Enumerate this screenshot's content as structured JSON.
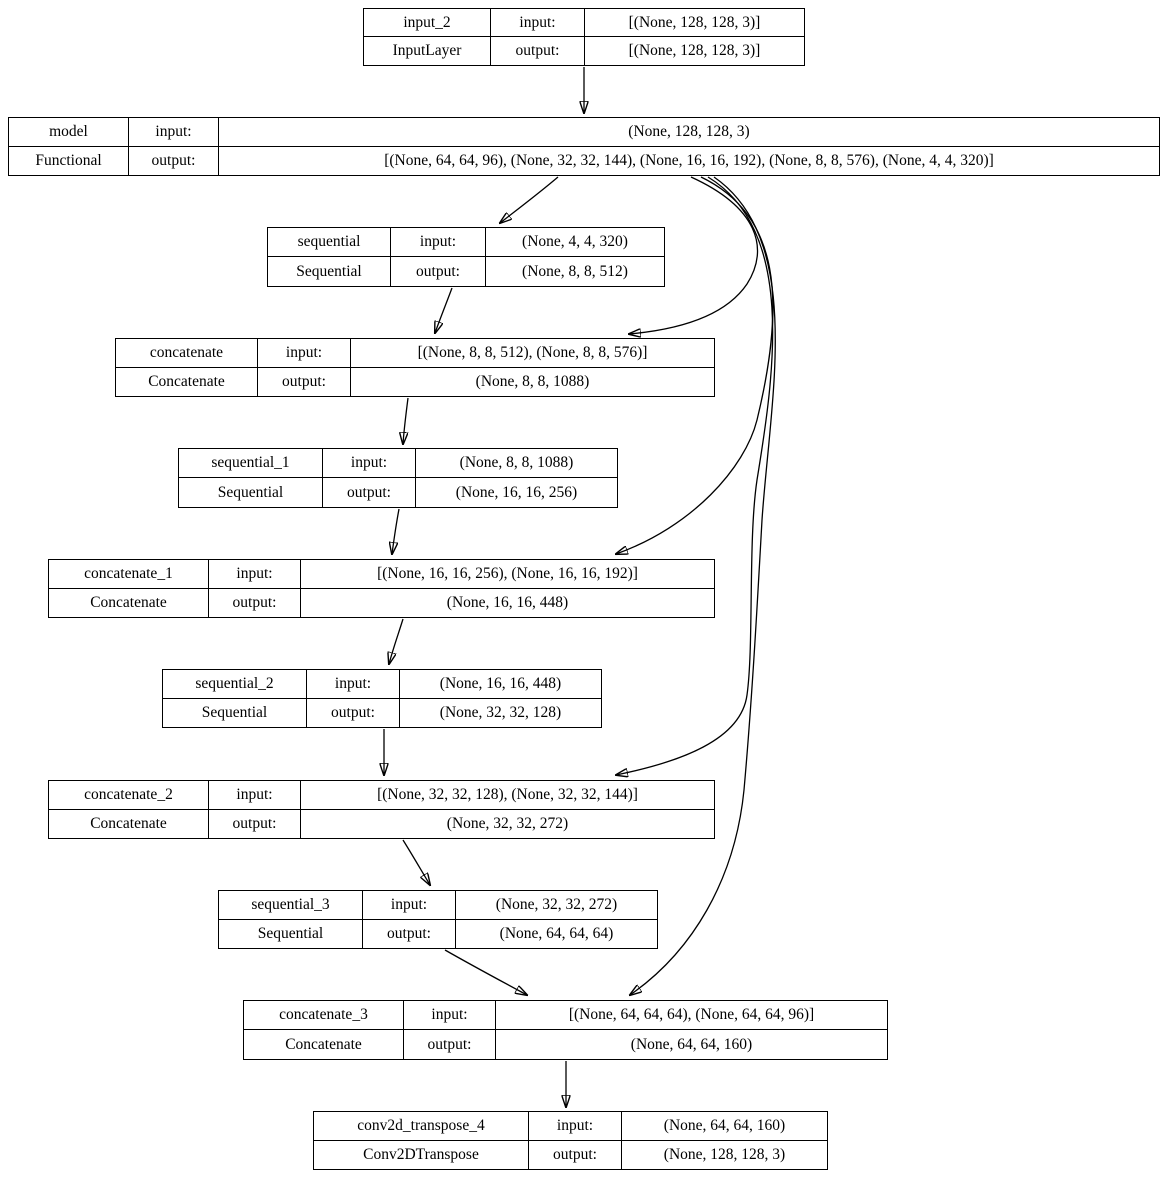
{
  "diagram_type": "keras-model-plot",
  "colors": {
    "background": "#ffffff",
    "node_border": "#000000",
    "edge": "#000000",
    "text": "#000000"
  },
  "labels": {
    "input": "input:",
    "output": "output:"
  },
  "nodes": [
    {
      "id": "input_2",
      "name": "input_2",
      "type": "InputLayer",
      "input_label": "input:",
      "output_label": "output:",
      "input_shape": "[(None, 128, 128, 3)]",
      "output_shape": "[(None, 128, 128, 3)]"
    },
    {
      "id": "model",
      "name": "model",
      "type": "Functional",
      "input_label": "input:",
      "output_label": "output:",
      "input_shape": "(None, 128, 128, 3)",
      "output_shape": "[(None, 64, 64, 96), (None, 32, 32, 144), (None, 16, 16, 192), (None, 8, 8, 576), (None, 4, 4, 320)]"
    },
    {
      "id": "sequential",
      "name": "sequential",
      "type": "Sequential",
      "input_label": "input:",
      "output_label": "output:",
      "input_shape": "(None, 4, 4, 320)",
      "output_shape": "(None, 8, 8, 512)"
    },
    {
      "id": "concatenate",
      "name": "concatenate",
      "type": "Concatenate",
      "input_label": "input:",
      "output_label": "output:",
      "input_shape": "[(None, 8, 8, 512), (None, 8, 8, 576)]",
      "output_shape": "(None, 8, 8, 1088)"
    },
    {
      "id": "sequential_1",
      "name": "sequential_1",
      "type": "Sequential",
      "input_label": "input:",
      "output_label": "output:",
      "input_shape": "(None, 8, 8, 1088)",
      "output_shape": "(None, 16, 16, 256)"
    },
    {
      "id": "concatenate_1",
      "name": "concatenate_1",
      "type": "Concatenate",
      "input_label": "input:",
      "output_label": "output:",
      "input_shape": "[(None, 16, 16, 256), (None, 16, 16, 192)]",
      "output_shape": "(None, 16, 16, 448)"
    },
    {
      "id": "sequential_2",
      "name": "sequential_2",
      "type": "Sequential",
      "input_label": "input:",
      "output_label": "output:",
      "input_shape": "(None, 16, 16, 448)",
      "output_shape": "(None, 32, 32, 128)"
    },
    {
      "id": "concatenate_2",
      "name": "concatenate_2",
      "type": "Concatenate",
      "input_label": "input:",
      "output_label": "output:",
      "input_shape": "[(None, 32, 32, 128), (None, 32, 32, 144)]",
      "output_shape": "(None, 32, 32, 272)"
    },
    {
      "id": "sequential_3",
      "name": "sequential_3",
      "type": "Sequential",
      "input_label": "input:",
      "output_label": "output:",
      "input_shape": "(None, 32, 32, 272)",
      "output_shape": "(None, 64, 64, 64)"
    },
    {
      "id": "concatenate_3",
      "name": "concatenate_3",
      "type": "Concatenate",
      "input_label": "input:",
      "output_label": "output:",
      "input_shape": "[(None, 64, 64, 64), (None, 64, 64, 96)]",
      "output_shape": "(None, 64, 64, 160)"
    },
    {
      "id": "conv2d_transpose_4",
      "name": "conv2d_transpose_4",
      "type": "Conv2DTranspose",
      "input_label": "input:",
      "output_label": "output:",
      "input_shape": "(None, 64, 64, 160)",
      "output_shape": "(None, 128, 128, 3)"
    }
  ],
  "edges": [
    {
      "from": "input_2",
      "to": "model"
    },
    {
      "from": "model",
      "to": "sequential"
    },
    {
      "from": "model",
      "to": "concatenate"
    },
    {
      "from": "sequential",
      "to": "concatenate"
    },
    {
      "from": "concatenate",
      "to": "sequential_1"
    },
    {
      "from": "model",
      "to": "concatenate_1"
    },
    {
      "from": "sequential_1",
      "to": "concatenate_1"
    },
    {
      "from": "concatenate_1",
      "to": "sequential_2"
    },
    {
      "from": "model",
      "to": "concatenate_2"
    },
    {
      "from": "sequential_2",
      "to": "concatenate_2"
    },
    {
      "from": "concatenate_2",
      "to": "sequential_3"
    },
    {
      "from": "model",
      "to": "concatenate_3"
    },
    {
      "from": "sequential_3",
      "to": "concatenate_3"
    },
    {
      "from": "concatenate_3",
      "to": "conv2d_transpose_4"
    }
  ]
}
